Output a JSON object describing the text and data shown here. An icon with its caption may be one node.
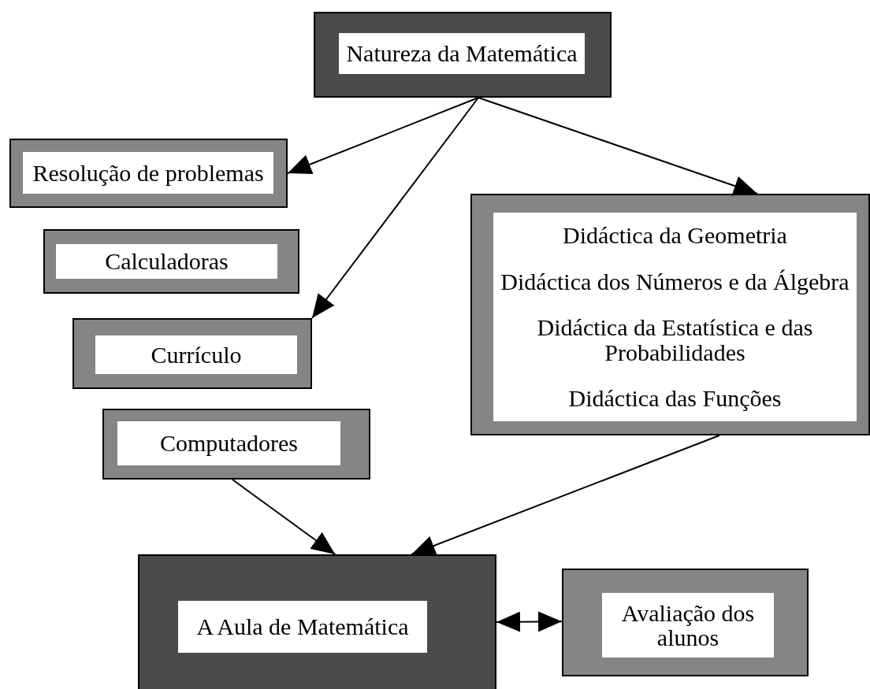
{
  "diagram": {
    "nodes": [
      {
        "text": [
          "Natureza da Matemática"
        ]
      },
      {
        "text": [
          "Resolução de problemas"
        ]
      },
      {
        "text": [
          "Calculadoras"
        ]
      },
      {
        "text": [
          "Currículo"
        ]
      },
      {
        "text": [
          "Computadores"
        ]
      },
      {
        "text": [
          "Didáctica da Geometria",
          "Didáctica dos Números e da Álgebra",
          "Didáctica da Estatística e das Probabilidades",
          "Didáctica das Funções"
        ]
      },
      {
        "text": [
          "A Aula de Matemática"
        ]
      },
      {
        "text": [
          "Avaliação dos alunos"
        ]
      }
    ],
    "edges": [
      {
        "from": 0,
        "to": 1,
        "arrow": "to"
      },
      {
        "from": 0,
        "to": 3,
        "arrow": "to"
      },
      {
        "from": 0,
        "to": 5,
        "arrow": "to"
      },
      {
        "from": 4,
        "to": 6,
        "arrow": "to"
      },
      {
        "from": 5,
        "to": 6,
        "arrow": "to"
      },
      {
        "from": 6,
        "to": 7,
        "arrow": "both"
      }
    ]
  }
}
